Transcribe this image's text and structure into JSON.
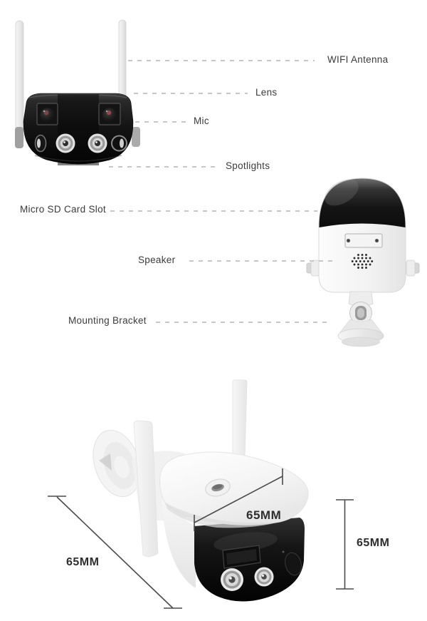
{
  "diagram": {
    "callouts": {
      "wifi_antenna": "WIFI Antenna",
      "lens": "Lens",
      "mic": "Mic",
      "spotlights": "Spotlights",
      "micro_sd_card_slot": "Micro SD Card Slot",
      "speaker": "Speaker",
      "mounting_bracket": "Mounting Bracket"
    },
    "dimensions": {
      "depth": "65MM",
      "width": "65MM",
      "height": "65MM"
    },
    "colors": {
      "background": "#ffffff",
      "label_text": "#3b3b3b",
      "leader_line": "#c7c7c7",
      "dimension_line": "#4a4a4a",
      "camera_body_dark": "#121212",
      "camera_body_light": "#f2f2f2"
    }
  }
}
